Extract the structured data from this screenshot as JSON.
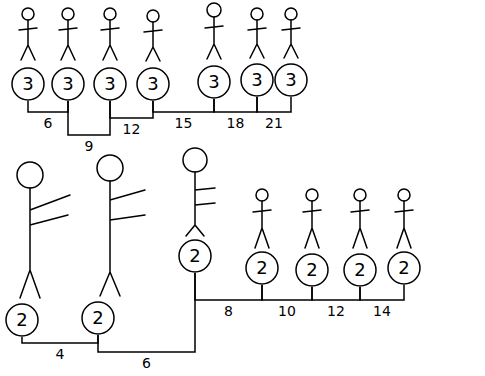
{
  "diagram": {
    "nodes": [
      {
        "text": [
          "3"
        ]
      },
      {
        "text": [
          "3"
        ]
      },
      {
        "text": [
          "3"
        ]
      },
      {
        "text": [
          "3"
        ]
      },
      {
        "text": [
          "3"
        ]
      },
      {
        "text": [
          "3"
        ]
      },
      {
        "text": [
          "3"
        ]
      },
      {
        "text": [
          "2"
        ]
      },
      {
        "text": [
          "2"
        ]
      },
      {
        "text": [
          "2"
        ]
      },
      {
        "text": [
          "2"
        ]
      },
      {
        "text": [
          "2"
        ]
      },
      {
        "text": [
          "2"
        ]
      },
      {
        "text": [
          "2"
        ]
      }
    ],
    "edges": [
      {
        "from": 0,
        "to": 1,
        "arrow": "none",
        "label": "6"
      },
      {
        "from": 1,
        "to": 2,
        "arrow": "none",
        "label": "9"
      },
      {
        "from": 2,
        "to": 3,
        "arrow": "none",
        "label": "12"
      },
      {
        "from": 3,
        "to": 4,
        "arrow": "none",
        "label": "15"
      },
      {
        "from": 4,
        "to": 5,
        "arrow": "none",
        "label": "18"
      },
      {
        "from": 5,
        "to": 6,
        "arrow": "none",
        "label": "21"
      },
      {
        "from": 7,
        "to": 8,
        "arrow": "none",
        "label": "4"
      },
      {
        "from": 8,
        "to": 9,
        "arrow": "none",
        "label": "6"
      },
      {
        "from": 9,
        "to": 10,
        "arrow": "none",
        "label": "8"
      },
      {
        "from": 10,
        "to": 11,
        "arrow": "none",
        "label": "10"
      },
      {
        "from": 11,
        "to": 12,
        "arrow": "none",
        "label": "12"
      },
      {
        "from": 12,
        "to": 13,
        "arrow": "none",
        "label": "14"
      }
    ]
  }
}
